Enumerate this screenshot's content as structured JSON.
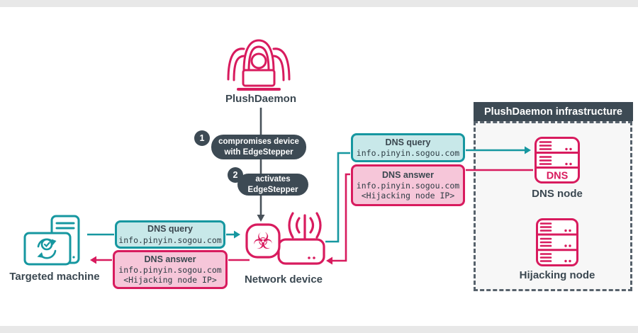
{
  "colors": {
    "magenta": "#d81b5e",
    "teal": "#1697a0",
    "slate": "#3d4a54",
    "dark_arrow": "#49525a",
    "teal_fill": "#c8e8e9",
    "pink_fill": "#f6c6d9",
    "panel_bg": "#f7f7f7",
    "bar_gray": "#e8e8e8"
  },
  "attacker": {
    "label": "PlushDaemon"
  },
  "steps": [
    {
      "number": "1",
      "line1": "compromises device",
      "line2": "with EdgeStepper"
    },
    {
      "number": "2",
      "line1": "activates",
      "line2": "EdgeStepper"
    }
  ],
  "messages": {
    "query_device_to_dns": {
      "title": "DNS query",
      "domain": "info.pinyin.sogou.com"
    },
    "answer_dns_to_device": {
      "title": "DNS answer",
      "domain": "info.pinyin.sogou.com",
      "payload": "<Hijacking node IP>"
    },
    "query_machine_to_device": {
      "title": "DNS query",
      "domain": "info.pinyin.sogou.com"
    },
    "answer_device_to_machine": {
      "title": "DNS answer",
      "domain": "info.pinyin.sogou.com",
      "payload": "<Hijacking node IP>"
    }
  },
  "nodes": {
    "targeted_machine": {
      "label": "Targeted machine"
    },
    "network_device": {
      "label": "Network device",
      "biohazard_glyph": "☣"
    },
    "dns_node": {
      "label": "DNS node",
      "badge": "DNS"
    },
    "hijacking_node": {
      "label": "Hijacking node"
    }
  },
  "infrastructure": {
    "title": "PlushDaemon infrastructure"
  }
}
